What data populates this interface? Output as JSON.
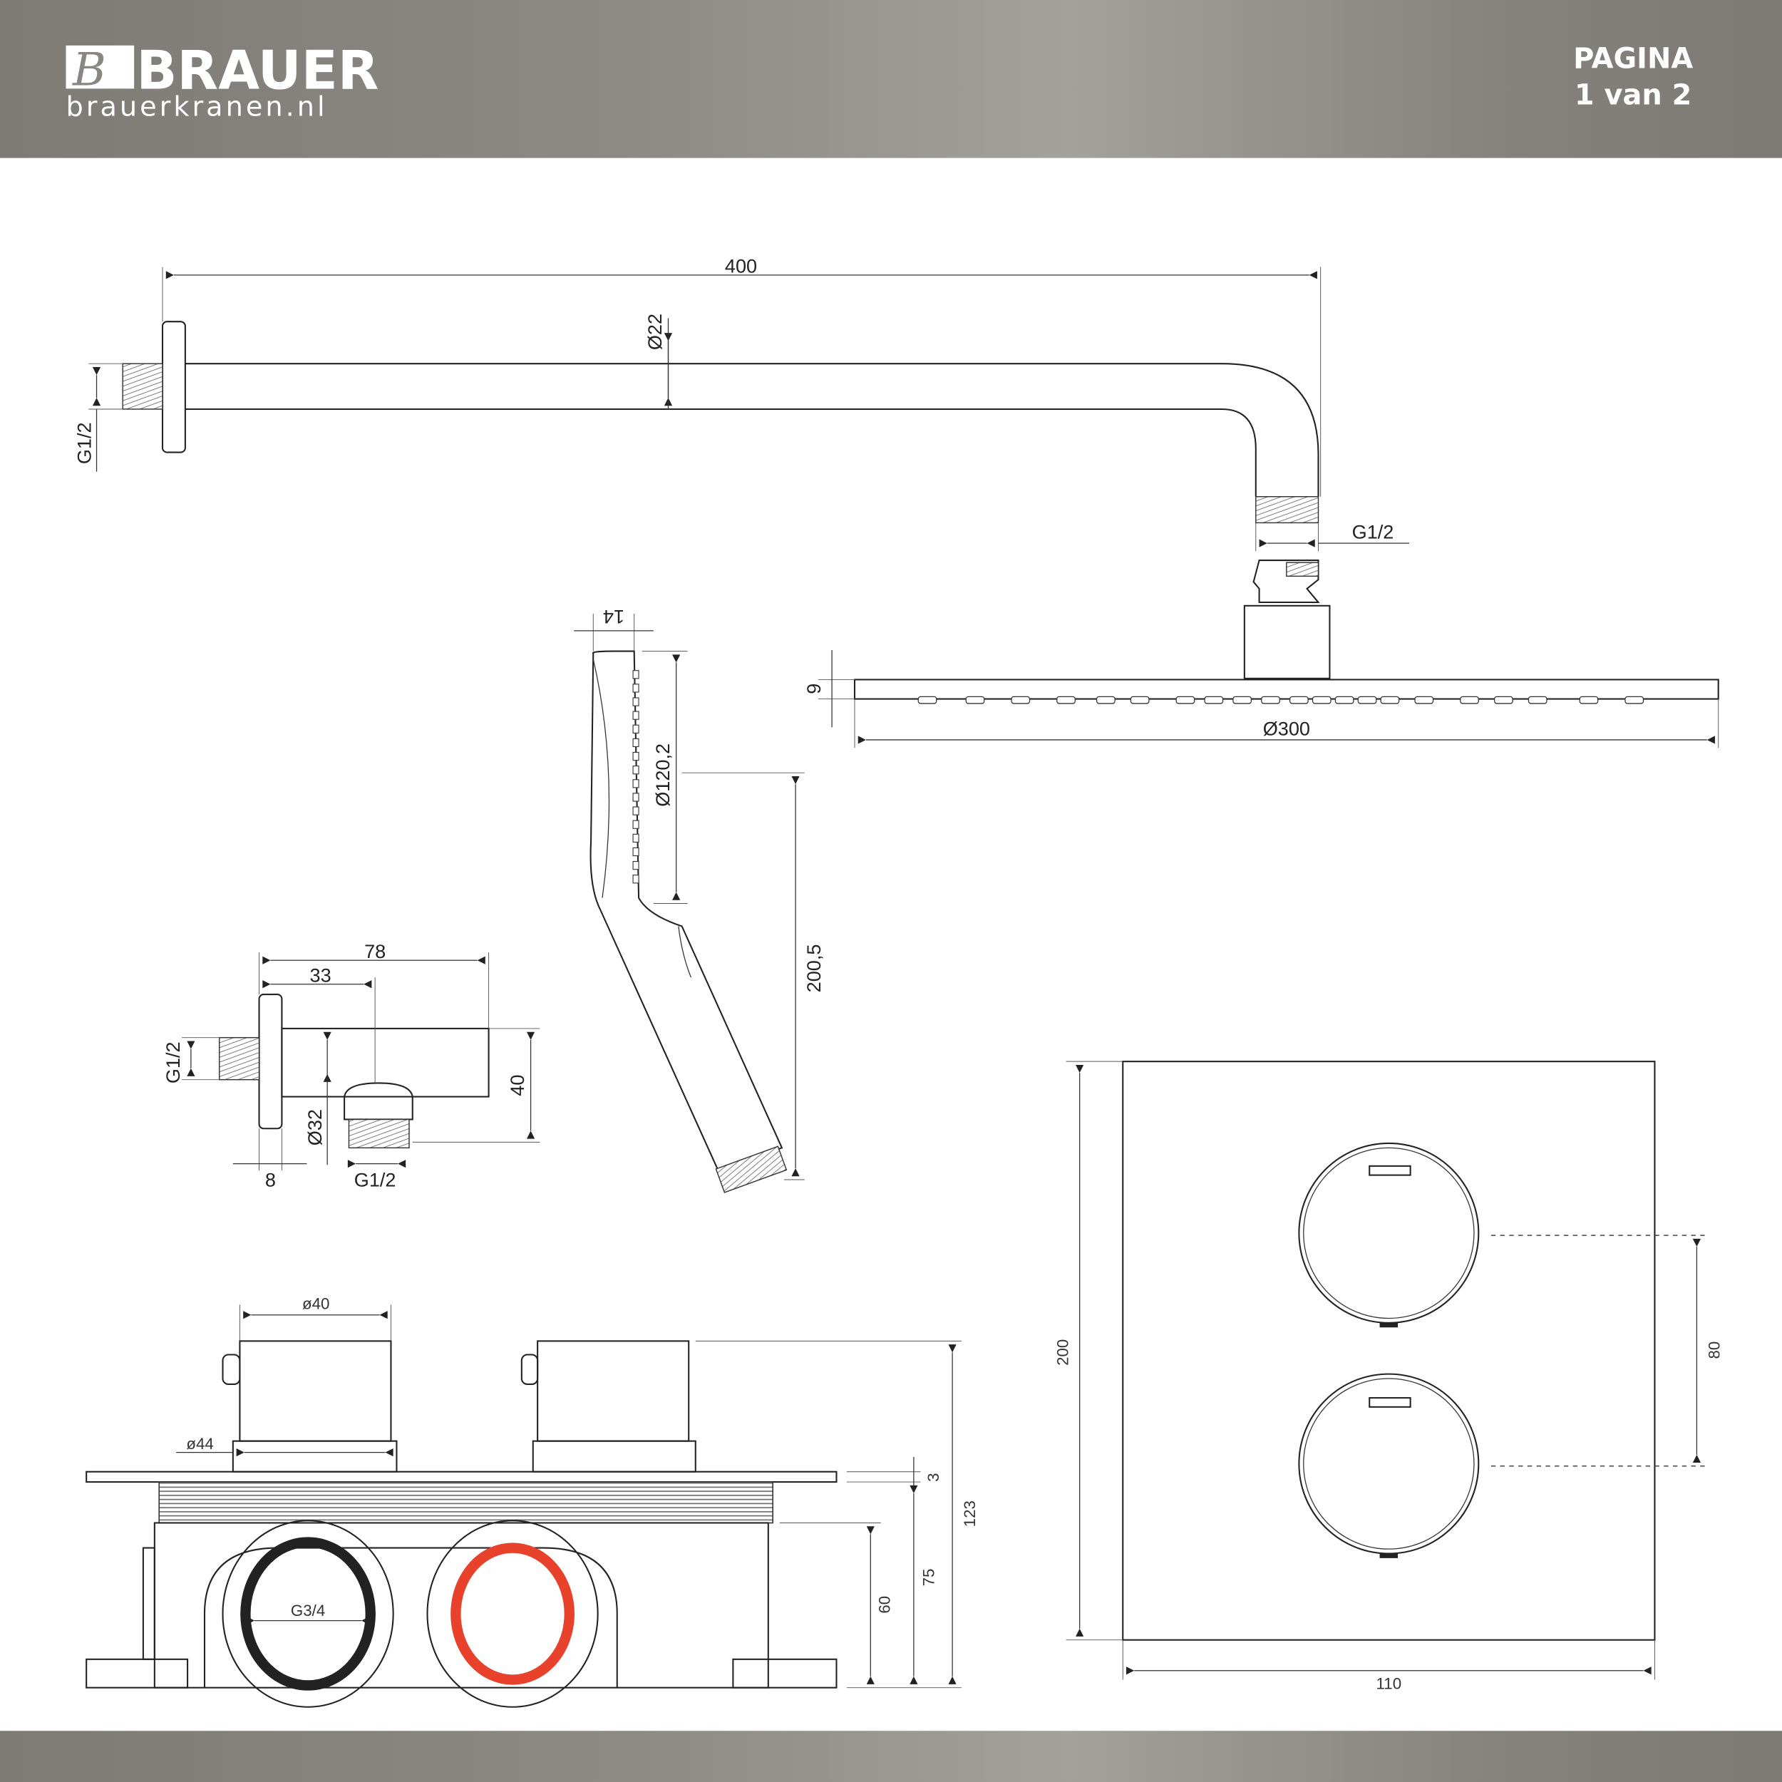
{
  "header": {
    "brand": "BRAUER",
    "website": "brauerkranen.nl",
    "page_label": "PAGINA",
    "page_number": "1 van 2"
  },
  "colors": {
    "header_bg": "#8b8884",
    "hot_ring": "#e8412c",
    "cold_ring": "#222222"
  },
  "shower_arm": {
    "length": "400",
    "diameter": "Ø22",
    "wall_thread": "G1/2",
    "outlet_thread": "G1/2"
  },
  "rain_shower_head": {
    "thickness": "9",
    "diameter": "Ø300"
  },
  "hand_shower": {
    "head_depth": "14",
    "head_diameter": "Ø120,2",
    "length": "200,5"
  },
  "wall_outlet": {
    "length": "78",
    "outlet_offset": "33",
    "height": "40",
    "wall_thread": "G1/2",
    "flange_diameter": "Ø32",
    "flange_depth": "8",
    "outlet_thread": "G1/2"
  },
  "thermostat_side": {
    "knob_diameter": "ø40",
    "rosette_diameter": "ø44",
    "plate_thickness": "3",
    "depth_to_plate": "75",
    "box_depth": "60",
    "total_depth": "123",
    "inlet_thread": "G3/4"
  },
  "thermostat_front": {
    "height": "200",
    "width": "110",
    "knob_spacing": "80"
  }
}
